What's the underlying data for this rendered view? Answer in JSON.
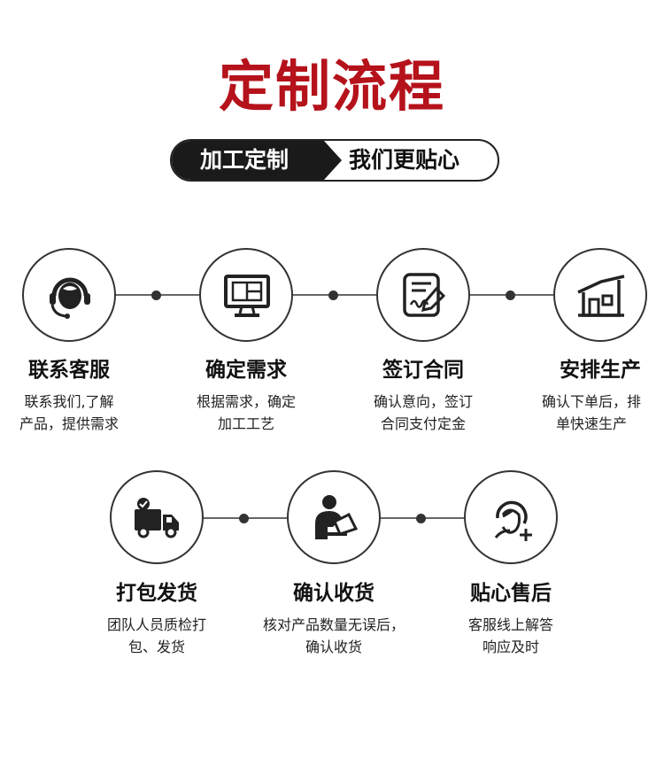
{
  "header": {
    "title": "定制流程",
    "pill_left": "加工定制",
    "pill_right": "我们更贴心"
  },
  "colors": {
    "title": "#b5121b",
    "pill_dark": "#1a1a1a"
  },
  "steps": [
    {
      "icon": "headset-icon",
      "title": "联系客服",
      "desc": [
        "联系我们,了解",
        "产品，提供需求"
      ]
    },
    {
      "icon": "monitor-icon",
      "title": "确定需求",
      "desc": [
        "根据需求，确定",
        "加工工艺"
      ]
    },
    {
      "icon": "contract-icon",
      "title": "签订合同",
      "desc": [
        "确认意向，签订",
        "合同支付定金"
      ]
    },
    {
      "icon": "factory-icon",
      "title": "安排生产",
      "desc": [
        "确认下单后，排",
        "单快速生产"
      ]
    },
    {
      "icon": "delivery-truck-icon",
      "title": "打包发货",
      "desc": [
        "团队人员质检打",
        "包、发货"
      ]
    },
    {
      "icon": "receiver-icon",
      "title": "确认收货",
      "desc": [
        "核对产品数量无误后，",
        "确认收货"
      ]
    },
    {
      "icon": "support-agent-icon",
      "title": "贴心售后",
      "desc": [
        "客服线上解答",
        "响应及时"
      ]
    }
  ]
}
